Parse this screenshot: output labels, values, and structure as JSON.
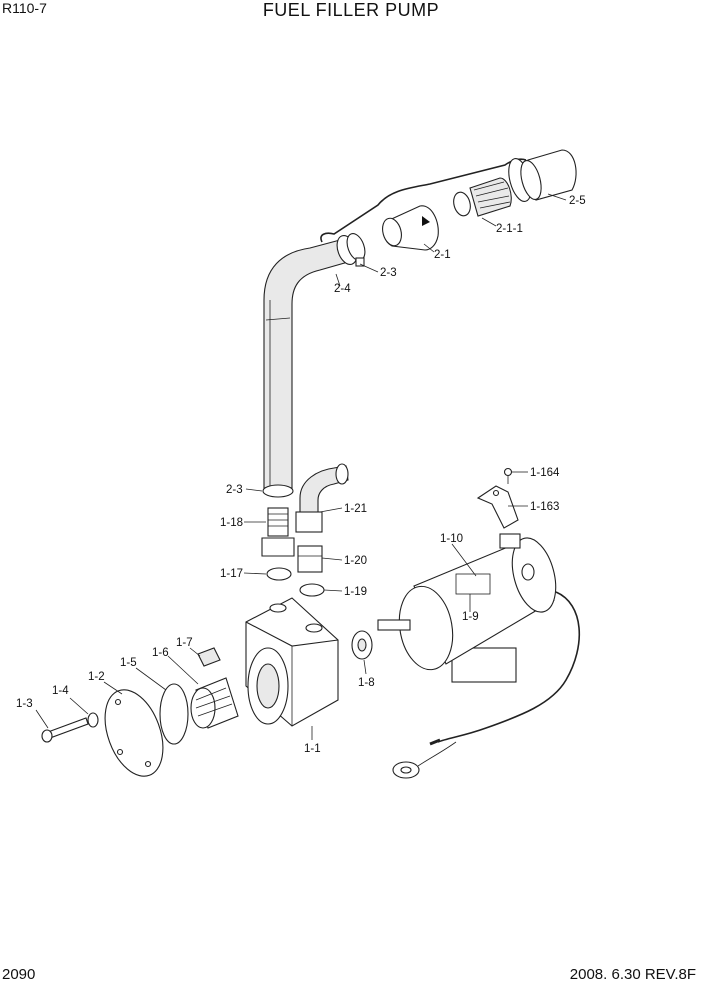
{
  "header": {
    "model": "R110-7",
    "title": "FUEL FILLER PUMP"
  },
  "footer": {
    "page_number": "2090",
    "revision": "2008. 6.30 REV.8F"
  },
  "callouts": {
    "c_2_5": "2-5",
    "c_2_1_1": "2-1-1",
    "c_2_1": "2-1",
    "c_2_3_top": "2-3",
    "c_2_4": "2-4",
    "c_2_3_bottom": "2-3",
    "c_1_18": "1-18",
    "c_1_21": "1-21",
    "c_1_20": "1-20",
    "c_1_17": "1-17",
    "c_1_19": "1-19",
    "c_1_164": "1-164",
    "c_1_163": "1-163",
    "c_1_10": "1-10",
    "c_1_9": "1-9",
    "c_1_7": "1-7",
    "c_1_6": "1-6",
    "c_1_5": "1-5",
    "c_1_2": "1-2",
    "c_1_4": "1-4",
    "c_1_3": "1-3",
    "c_1_8": "1-8",
    "c_1_1": "1-1"
  }
}
